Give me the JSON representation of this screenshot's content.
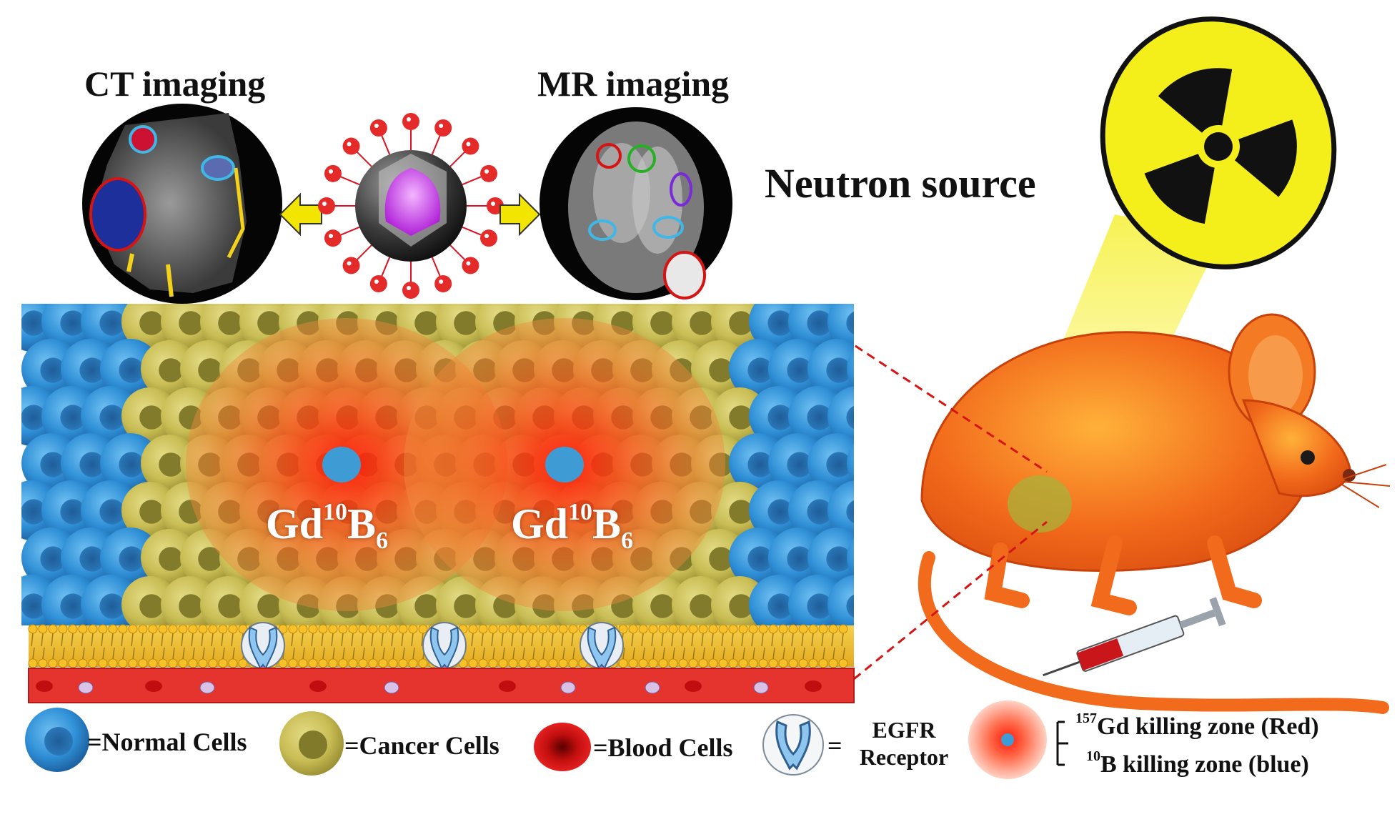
{
  "labels": {
    "ct_imaging": "CT imaging",
    "mr_imaging": "MR imaging",
    "neutron_source": "Neutron source",
    "gd_left": {
      "base": "Gd",
      "sup": "10",
      "mid": "B",
      "sub": "6"
    },
    "gd_right": {
      "base": "Gd",
      "sup": "10",
      "mid": "B",
      "sub": "6"
    }
  },
  "legend": {
    "normal_cells": "=Normal Cells",
    "cancer_cells": "=Cancer Cells",
    "blood_cells": "=Blood Cells",
    "equals": "=",
    "egfr_line1": "EGFR",
    "egfr_line2": "Receptor",
    "zone_red_sup": "157",
    "zone_red_text": "Gd killing zone (Red)",
    "zone_blue_sup": "10",
    "zone_blue_text": "B killing zone (blue)"
  },
  "colors": {
    "normal_cell": "#2f8fd6",
    "cancer_cell": "#c9bd55",
    "blood_cell": "#d81b1b",
    "membrane": "#f3c433",
    "vessel": "#e5342d",
    "mouse": "#f26a1b",
    "radiation_yellow": "#f4ef2a",
    "killing_zone": "#ff3a1a"
  }
}
